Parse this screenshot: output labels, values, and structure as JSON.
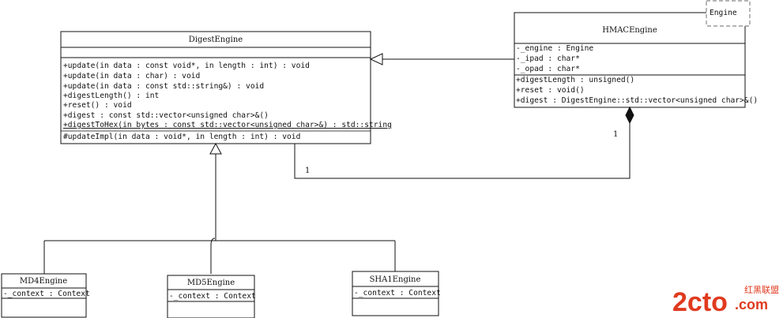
{
  "digest_engine": {
    "name": "DigestEngine",
    "methods": [
      "+update(in data : const void*, in length : int) : void",
      "+update(in data : char) : void",
      "+update(in data : const std::string&) : void",
      "+digestLength() : int",
      "+reset() : void",
      "+digest : const std::vector<unsigned char>&()",
      "+digestToHex(in bytes : const std::vector<unsigned char>&) : std::string",
      "#updateImpl(in data : void*, in length : int) : void"
    ]
  },
  "hmac_engine": {
    "name": "HMACEngine",
    "template_param": "Engine",
    "attributes": [
      "-_engine : Engine",
      "-_ipad : char*",
      "-_opad : char*"
    ],
    "methods": [
      "+digestLength : unsigned()",
      "+reset : void()",
      "+digest : DigestEngine::std::vector<unsigned char>&()"
    ]
  },
  "md4_engine": {
    "name": "MD4Engine",
    "attributes": [
      "-_context : Context"
    ]
  },
  "md5_engine": {
    "name": "MD5Engine",
    "attributes": [
      "-_context : Context"
    ]
  },
  "sha1_engine": {
    "name": "SHA1Engine",
    "attributes": [
      "-_context : Context"
    ]
  },
  "associations": {
    "multiplicity_digest_side": "1",
    "multiplicity_hmac_side": "1"
  },
  "watermark": {
    "logo": "2cto",
    "cn": "红黑联盟",
    "domain": ".com"
  },
  "colors": {
    "line": "#111111",
    "watermark": "#e03a1e",
    "template_border": "#888888"
  }
}
